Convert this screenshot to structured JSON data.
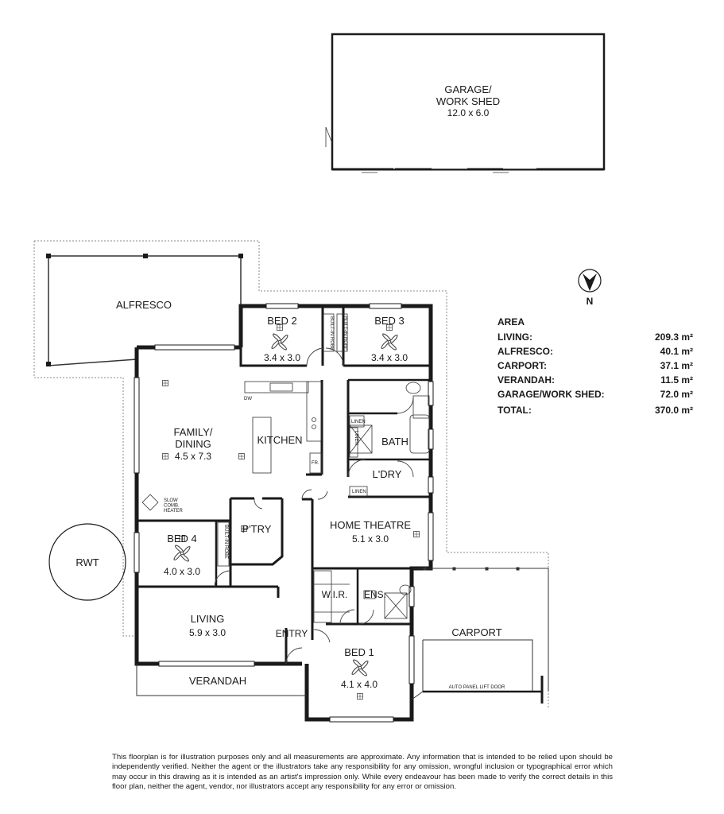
{
  "rooms": {
    "garage": {
      "label": "GARAGE/\nWORK SHED",
      "dims": "12.0 x 6.0"
    },
    "alfresco": {
      "label": "ALFRESCO"
    },
    "bed2": {
      "label": "BED 2",
      "dims": "3.4 x 3.0"
    },
    "bed3": {
      "label": "BED 3",
      "dims": "3.4 x 3.0"
    },
    "family": {
      "label": "FAMILY/\nDINING",
      "dims": "4.5 x 7.3"
    },
    "kitchen": {
      "label": "KITCHEN"
    },
    "bath": {
      "label": "BATH"
    },
    "laundry": {
      "label": "L'DRY"
    },
    "pantry": {
      "label": "P'TRY"
    },
    "home_theatre": {
      "label": "HOME THEATRE",
      "dims": "5.1 x 3.0"
    },
    "bed4": {
      "label": "BED 4",
      "dims": "4.0 x 3.0"
    },
    "wir": {
      "label": "W.I.R."
    },
    "ens": {
      "label": "ENS."
    },
    "living": {
      "label": "LIVING",
      "dims": "5.9 x 3.0"
    },
    "entry": {
      "label": "ENTRY"
    },
    "carport": {
      "label": "CARPORT"
    },
    "bed1": {
      "label": "BED 1",
      "dims": "4.1 x 4.0"
    },
    "verandah": {
      "label": "VERANDAH"
    },
    "rwt": {
      "label": "RWT"
    }
  },
  "fixtures": {
    "robe": "BUILT-IN ROBE",
    "linen": "LINEN",
    "dw": "DW",
    "fr": "FR.",
    "heater": "SLOW\nCOMB.\nHEATER",
    "lift_door": "AUTO PANEL LIFT DOOR"
  },
  "compass": {
    "label": "N"
  },
  "area": {
    "title": "AREA",
    "rows": [
      {
        "name": "LIVING:",
        "value": "209.3 m²"
      },
      {
        "name": "ALFRESCO:",
        "value": "40.1 m²"
      },
      {
        "name": "CARPORT:",
        "value": "37.1 m²"
      },
      {
        "name": "VERANDAH:",
        "value": "11.5 m²"
      },
      {
        "name": "GARAGE/WORK SHED:",
        "value": "72.0 m²"
      }
    ],
    "total": {
      "name": "TOTAL:",
      "value": "370.0 m²"
    }
  },
  "disclaimer": "This floorplan is for illustration purposes only and all measurements are approximate. Any information that is intended to be relied upon should be independently verified. Neither the agent or the illustrators take any responsibility for any omission, wrongful inclusion or typographical error which may occur in this drawing as it is intended as an artist's impression only. While every endeavour has been made to verify the correct details in this floor plan, neither the agent, vendor, nor illustrators accept any responsibility for any error or omission."
}
